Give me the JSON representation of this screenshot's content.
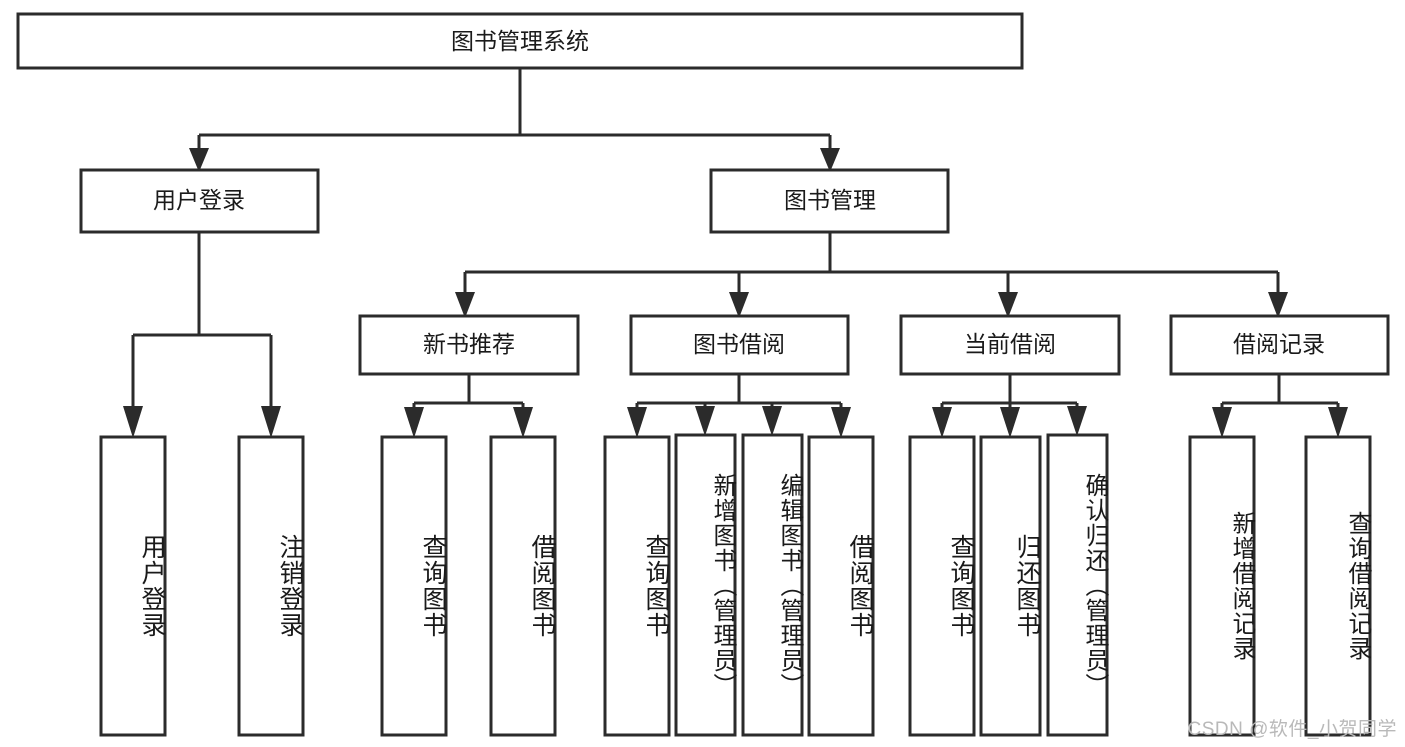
{
  "diagram": {
    "type": "tree-hierarchy",
    "title": "图书管理系统",
    "root": {
      "label": "图书管理系统",
      "id": "root"
    },
    "level1": [
      {
        "id": "user-login",
        "label": "用户登录"
      },
      {
        "id": "book-manage",
        "label": "图书管理"
      }
    ],
    "level2": [
      {
        "id": "new-book-recommend",
        "label": "新书推荐",
        "parent": "book-manage"
      },
      {
        "id": "book-borrow",
        "label": "图书借阅",
        "parent": "book-manage"
      },
      {
        "id": "current-borrow",
        "label": "当前借阅",
        "parent": "book-manage"
      },
      {
        "id": "borrow-record",
        "label": "借阅记录",
        "parent": "book-manage"
      }
    ],
    "leaves": [
      {
        "id": "leaf-user-login",
        "label": "用户登录",
        "parent": "user-login"
      },
      {
        "id": "leaf-user-logout",
        "label": "注销登录",
        "parent": "user-login"
      },
      {
        "id": "leaf-query-book-1",
        "label": "查询图书",
        "parent": "new-book-recommend"
      },
      {
        "id": "leaf-borrow-book-1",
        "label": "借阅图书",
        "parent": "new-book-recommend"
      },
      {
        "id": "leaf-query-book-2",
        "label": "查询图书",
        "parent": "book-borrow"
      },
      {
        "id": "leaf-add-book",
        "label": "新增图书（管理员）",
        "parent": "book-borrow"
      },
      {
        "id": "leaf-edit-book",
        "label": "编辑图书（管理员）",
        "parent": "book-borrow"
      },
      {
        "id": "leaf-borrow-book-2",
        "label": "借阅图书",
        "parent": "book-borrow"
      },
      {
        "id": "leaf-query-book-3",
        "label": "查询图书",
        "parent": "current-borrow"
      },
      {
        "id": "leaf-return-book",
        "label": "归还图书",
        "parent": "current-borrow"
      },
      {
        "id": "leaf-confirm-return",
        "label": "确认归还（管理员）",
        "parent": "current-borrow"
      },
      {
        "id": "leaf-add-record",
        "label": "新增借阅记录",
        "parent": "borrow-record"
      },
      {
        "id": "leaf-query-record",
        "label": "查询借阅记录",
        "parent": "borrow-record"
      }
    ]
  },
  "watermark": {
    "text": "CSDN @软件_小贺同学"
  },
  "colors": {
    "stroke": "#2b2b2b",
    "fill": "#ffffff",
    "text": "#1a1a1a",
    "watermark": "#b9b9b9"
  }
}
